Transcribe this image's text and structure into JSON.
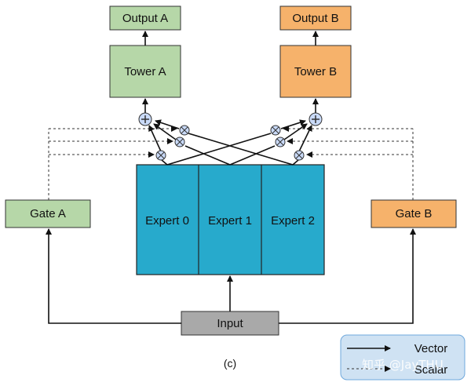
{
  "outputs": {
    "a": "Output A",
    "b": "Output B"
  },
  "towers": {
    "a": "Tower A",
    "b": "Tower B"
  },
  "gates": {
    "a": "Gate A",
    "b": "Gate B"
  },
  "experts": [
    "Expert 0",
    "Expert 1",
    "Expert 2"
  ],
  "input": "Input",
  "caption": "(c)",
  "legend": {
    "vector": "Vector",
    "scalar": "Scalar"
  },
  "watermark": "知乎 @JayTHU",
  "colors": {
    "green_fill": "#b6d7a8",
    "orange_fill": "#f6b26b",
    "expert_fill": "#27aacc",
    "input_fill": "#a9a9a9",
    "legend_fill": "#cfe2f3",
    "node_fill": "#c9daf8"
  }
}
